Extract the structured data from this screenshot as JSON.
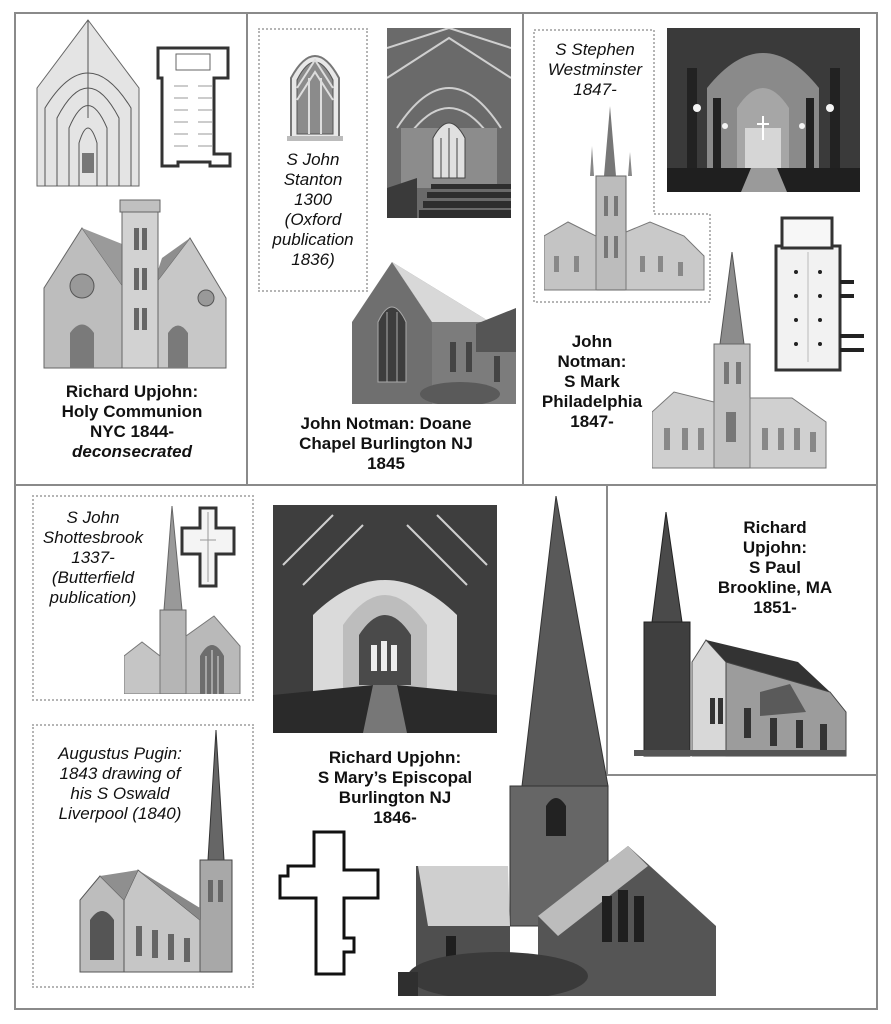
{
  "panels": {
    "holy_communion": {
      "caption_lines": [
        "Richard Upjohn:",
        "Holy Communion",
        "NYC 1844-"
      ],
      "caption_note": "deconsecrated",
      "images": [
        "interior-drawing",
        "floor-plan",
        "exterior-drawing"
      ]
    },
    "doane_chapel": {
      "reference_caption_lines": [
        "S John",
        "Stanton",
        "1300",
        "(Oxford",
        "publication",
        "1836)"
      ],
      "caption_lines": [
        "John Notman: Doane",
        "Chapel Burlington NJ",
        "1845"
      ],
      "images": [
        "window-drawing",
        "interior-photo",
        "exterior-photo"
      ]
    },
    "s_mark": {
      "reference_caption_lines": [
        "S Stephen",
        "Westminster",
        "1847-"
      ],
      "caption_lines": [
        "John",
        "Notman:",
        "S Mark",
        "Philadelphia",
        "1847-"
      ],
      "images": [
        "s-stephen-drawing",
        "interior-photo",
        "floor-plan",
        "exterior-drawing"
      ]
    },
    "shottesbrook": {
      "caption_lines": [
        "S John",
        "Shottesbrook",
        "1337-",
        "(Butterfield",
        "publication)"
      ],
      "images": [
        "exterior-drawing",
        "floor-plan"
      ]
    },
    "pugin": {
      "caption_lines": [
        "Augustus Pugin:",
        "1843 drawing of",
        "his S Oswald",
        "Liverpool (1840)"
      ],
      "images": [
        "exterior-drawing"
      ]
    },
    "s_mary": {
      "caption_lines": [
        "Richard Upjohn:",
        "S Mary’s Episcopal",
        "Burlington NJ",
        "1846-"
      ],
      "images": [
        "interior-photo",
        "cross-plan",
        "exterior-photo"
      ]
    },
    "s_paul": {
      "caption_lines": [
        "Richard",
        "Upjohn:",
        "S Paul",
        "Brookline, MA",
        "1851-"
      ],
      "images": [
        "exterior-drawing"
      ]
    }
  }
}
